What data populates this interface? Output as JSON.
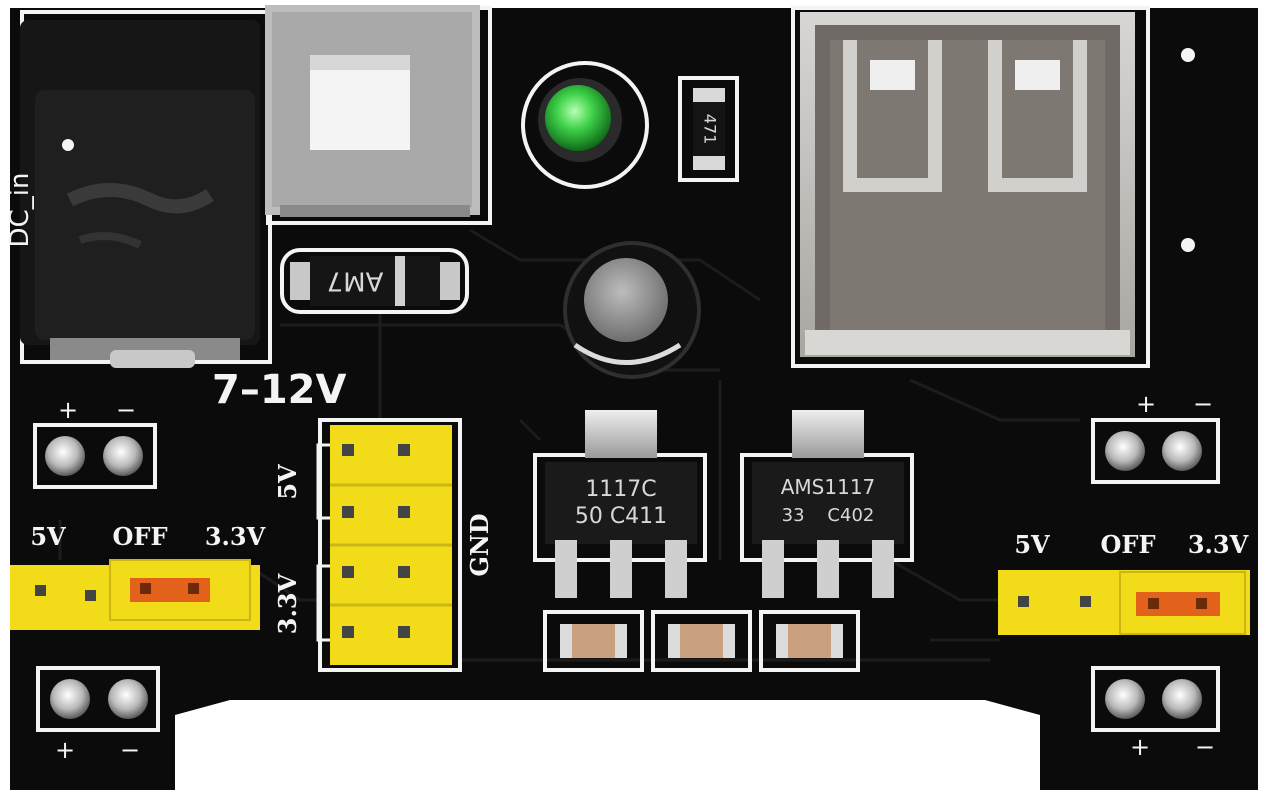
{
  "board": {
    "dc_jack_label": "DC_in",
    "voltage_range_label": "7–12V",
    "diode_marking": "AM7",
    "resistor_marking": "471",
    "regulator_left": {
      "line1": "1117C",
      "line2": "50 C411"
    },
    "regulator_right": {
      "line1": "AMS1117",
      "line2": "33    C402"
    },
    "center_header": {
      "top_label": "5V",
      "bottom_label": "3.3V",
      "side_label": "GND"
    },
    "left_switch": {
      "label_5v": "5V",
      "label_off": "OFF",
      "label_33v": "3.3V"
    },
    "right_switch": {
      "label_5v": "5V",
      "label_off": "OFF",
      "label_33v": "3.3V"
    },
    "polarity": {
      "plus": "+",
      "minus": "−"
    },
    "colors": {
      "pcb": "#0b0b0b",
      "silkscreen": "#f4f4f4",
      "header_yellow": "#f2dc1a",
      "jumper_orange": "#e2621b",
      "led_green": "#3fd24a",
      "usb_metal": "#8a8580"
    },
    "icons": [
      "dc-barrel-jack-icon",
      "push-switch-icon",
      "green-led-icon",
      "usb-a-port-icon",
      "capacitor-icon"
    ]
  }
}
